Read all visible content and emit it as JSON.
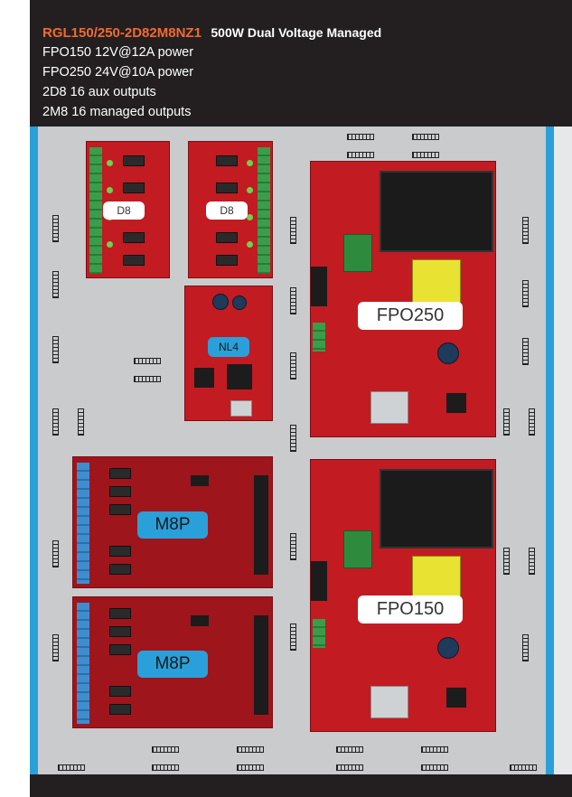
{
  "header": {
    "model": "RGL150/250-2D82M8NZ1",
    "description": "500W Dual Voltage Managed",
    "specs": [
      "FPO150  12V@12A power",
      "FPO250  24V@10A power",
      "2D8 16 aux outputs",
      "2M8 16 managed outputs"
    ]
  },
  "boards": {
    "d8_left": "D8",
    "d8_right": "D8",
    "nl4": "NL4",
    "m8p_top": "M8P",
    "m8p_bottom": "M8P",
    "fpo250": "FPO250",
    "fpo150": "FPO150"
  },
  "colors": {
    "accent": "#f26a2e",
    "header_bg": "#231f20",
    "rail": "#2aa0da",
    "board_red": "#c21b22",
    "enclosure": "#c9cbcd"
  }
}
